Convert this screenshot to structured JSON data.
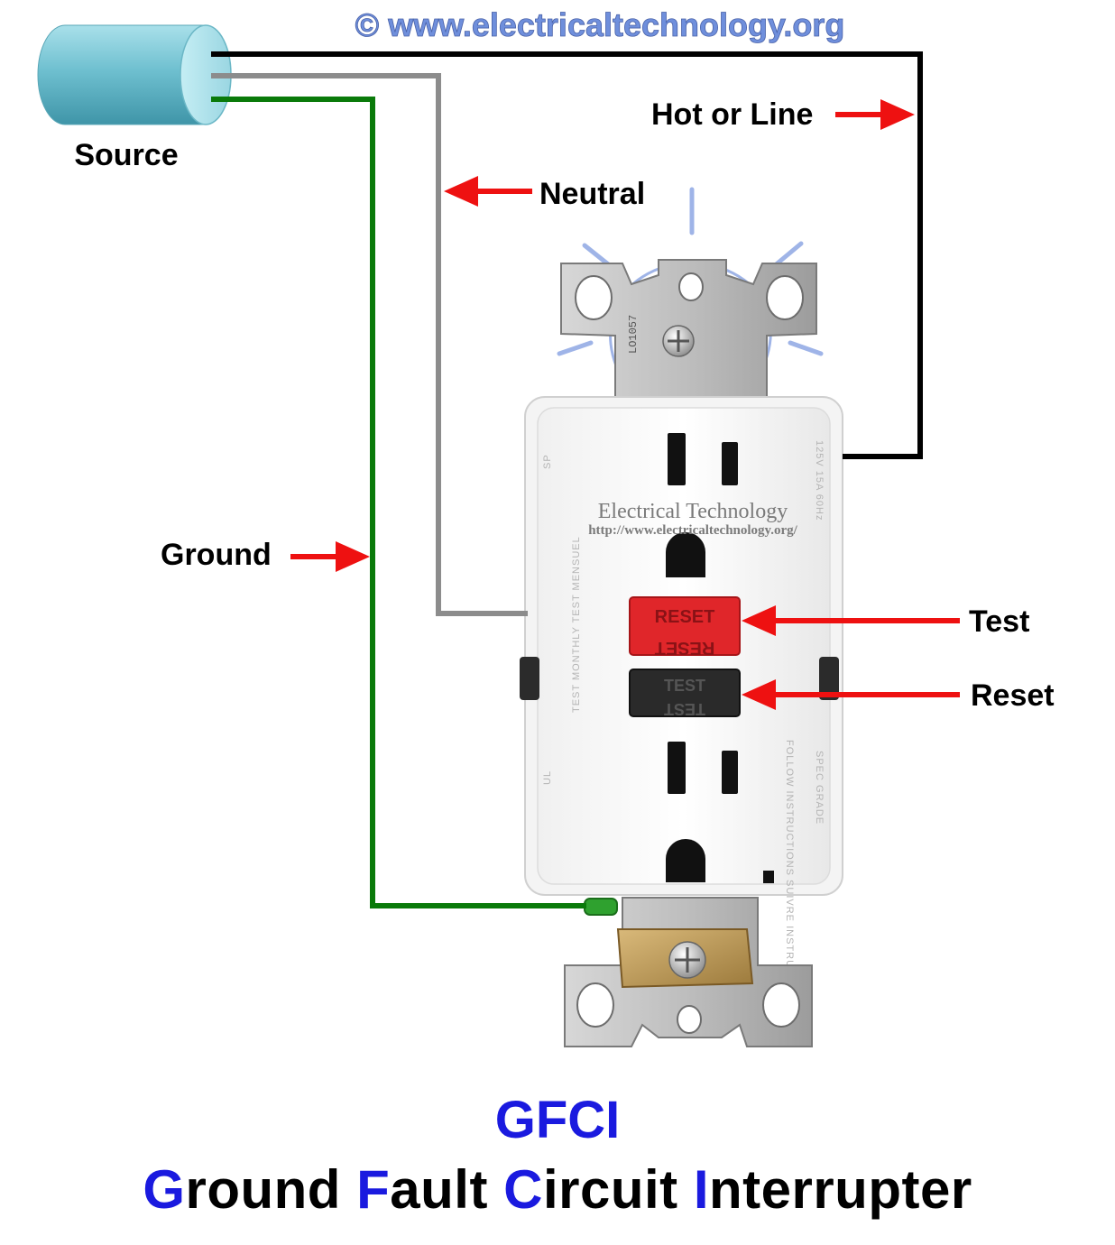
{
  "watermark": "© www.electricaltechnology.org",
  "labels": {
    "source": "Source",
    "hot": "Hot or Line",
    "neutral": "Neutral",
    "ground": "Ground",
    "test": "Test",
    "reset": "Reset"
  },
  "buttons": {
    "red": "RESET",
    "black": "TEST"
  },
  "receptacle_text": {
    "logo_name": "Electrical Technology",
    "logo_url": "http://www.electricaltechnology.org/",
    "rating": "125V 15A 60Hz",
    "instructions_fr": "TEST MONTHLY TEST MENSUEL",
    "instructions_en": "FOLLOW INSTRUCTIONS SUIVRE INSTRUCTIONS",
    "grade": "SPEC GRADE",
    "ul_mark": "UL",
    "csa_mark": "SP",
    "strap_code": "LO1057"
  },
  "title": {
    "acronym": "GFCI",
    "words": [
      {
        "cap": "G",
        "rest": "round "
      },
      {
        "cap": "F",
        "rest": "ault "
      },
      {
        "cap": "C",
        "rest": "ircuit "
      },
      {
        "cap": "I",
        "rest": "nterrupter"
      }
    ]
  },
  "colors": {
    "hot_wire": "#000000",
    "neutral_wire": "#8c8c8c",
    "ground_wire": "#0a7a0a",
    "arrow": "#ee1111",
    "title_accent": "#1a1adf",
    "source_cylinder": "#7cc7d6",
    "reset_button": "#e0262a",
    "test_button": "#2a2a2a"
  }
}
